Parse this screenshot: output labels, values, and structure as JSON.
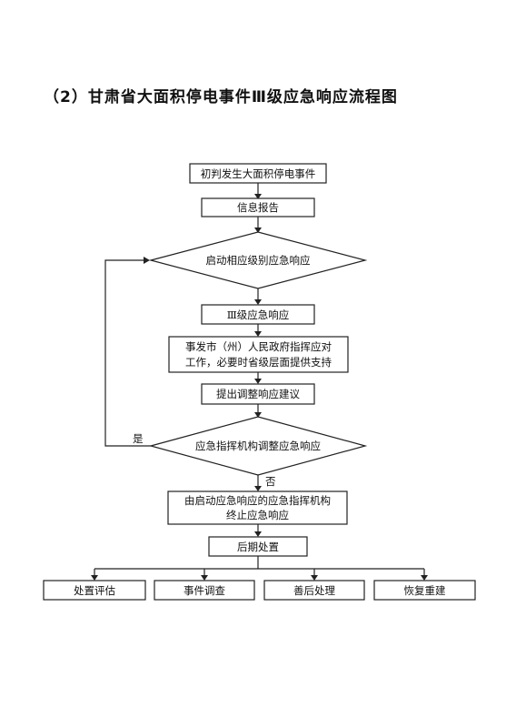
{
  "title": "（2）甘肃省大面积停电事件Ⅲ级应急响应流程图",
  "nodes": {
    "initial_judgment": "初判发生大面积停电事件",
    "info_report": "信息报告",
    "start_response": "启动相应级别应急响应",
    "level3_response": "Ⅲ级应急响应",
    "city_gov_line1": "事发市（州）人民政府指挥应对",
    "city_gov_line2": "工作，必要时省级层面提供支持",
    "propose_adjust": "提出调整响应建议",
    "command_adjust": "应急指挥机构调整应急响应",
    "terminate_line1": "由启动应急响应的应急指挥机构",
    "terminate_line2": "终止应急响应",
    "aftermath": "后期处置",
    "evaluation": "处置评估",
    "investigation": "事件调查",
    "rehabilitation": "善后处理",
    "reconstruction": "恢复重建"
  },
  "edge_labels": {
    "yes": "是",
    "no": "否"
  }
}
